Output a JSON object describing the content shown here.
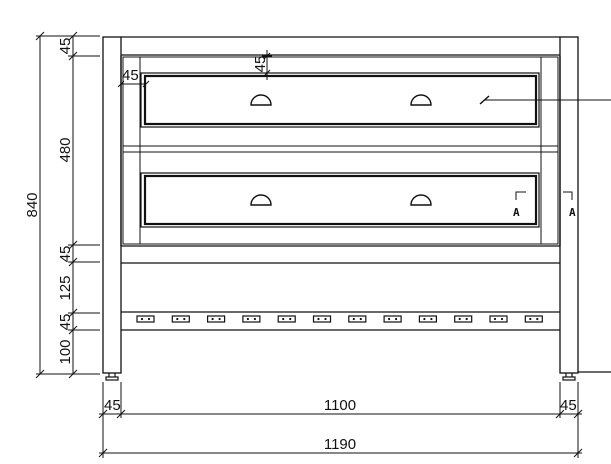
{
  "dimensions": {
    "vertical": {
      "overall": "840",
      "top_rail": "45",
      "drawers": "480",
      "mid_rail": "45",
      "apron": "125",
      "bottom_rail": "45",
      "leg_clearance": "100"
    },
    "inner_offsets": {
      "drawer_side": "45",
      "drawer_top": "45"
    },
    "horizontal": {
      "left_leg": "45",
      "inner_span": "1100",
      "right_leg": "45",
      "overall": "1190"
    }
  },
  "section_marks": {
    "label": "A"
  },
  "colors": {
    "line": "#111111",
    "background": "#ffffff"
  }
}
